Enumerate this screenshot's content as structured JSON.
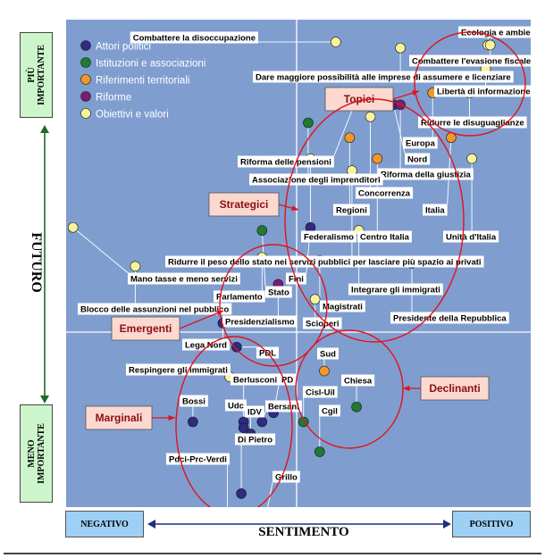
{
  "side_labels": {
    "top": [
      "PIÙ",
      "IMPORTANTE"
    ],
    "bottom": [
      "MENO",
      "IMPORTANTE"
    ],
    "vertical_axis": "FUTURO",
    "horizontal_axis": "SENTIMENTO",
    "negative": "NEGATIVO",
    "positive": "POSITIVO"
  },
  "chart_data": {
    "type": "scatter",
    "xlabel": "SENTIMENTO",
    "ylabel": "FUTURO",
    "legend_position": "top-left",
    "series": [
      {
        "name": "Attori politici",
        "color": "#2d2b82"
      },
      {
        "name": "Istituzioni e associazioni",
        "color": "#1f7a34"
      },
      {
        "name": "Riferimenti territoriali",
        "color": "#f2972a"
      },
      {
        "name": "Riforme",
        "color": "#7a1c72"
      },
      {
        "name": "Obiettivi e valori",
        "color": "#f7f39a"
      }
    ],
    "points": [
      {
        "label": "Combattere la disoccupazione",
        "series": 4,
        "x": 1.7,
        "y": 9.7
      },
      {
        "label": "Ecologia e ambiente",
        "series": 4,
        "x": 8.3,
        "y": 9.6
      },
      {
        "label": "Combattere l'evasione fiscale",
        "series": 4,
        "x": 8.4,
        "y": 9.6
      },
      {
        "label": "Dare maggiore possibilità alle imprese di assumere e licenziare",
        "series": 4,
        "x": 4.5,
        "y": 9.5
      },
      {
        "label": "Libertà di informazione",
        "series": 4,
        "x": 8.2,
        "y": 8.8
      },
      {
        "label": "Ridurre le disuguaglianze",
        "series": 4,
        "x": 7.5,
        "y": 8.0
      },
      {
        "label": "Europa",
        "series": 2,
        "x": 5.9,
        "y": 8.0
      },
      {
        "label": "Nord",
        "series": 0,
        "x": 4.2,
        "y": 7.6
      },
      {
        "label": "Riforma della giustizia",
        "series": 3,
        "x": 4.5,
        "y": 7.6
      },
      {
        "label": "Riforma delle pensioni",
        "series": 3,
        "x": 2.5,
        "y": 7.6
      },
      {
        "label": "Associazione degli imprenditori",
        "series": 1,
        "x": 0.5,
        "y": 7.0
      },
      {
        "label": "Concorrenza",
        "series": 4,
        "x": 3.2,
        "y": 7.2
      },
      {
        "label": "Regioni",
        "series": 2,
        "x": 2.3,
        "y": 6.5
      },
      {
        "label": "Italia",
        "series": 2,
        "x": 6.7,
        "y": 6.5
      },
      {
        "label": "Federalismo",
        "series": 4,
        "x": 0.6,
        "y": 5.8
      },
      {
        "label": "Centro Italia",
        "series": 2,
        "x": 3.5,
        "y": 5.8
      },
      {
        "label": "Unità d'Italia",
        "series": 4,
        "x": 7.6,
        "y": 5.8
      },
      {
        "label": "Ridurre il peso dello stato nei servizi pubblici per lasciare più spazio ai privati",
        "series": 4,
        "x": 2.4,
        "y": 5.4
      },
      {
        "label": "Mano tasse e meno servizi",
        "series": 4,
        "x": -9.7,
        "y": 3.5
      },
      {
        "label": "Fini",
        "series": 0,
        "x": 0.6,
        "y": 3.5
      },
      {
        "label": "Stato",
        "series": 1,
        "x": -1.5,
        "y": 3.4
      },
      {
        "label": "Integrare gli immigrati",
        "series": 4,
        "x": 2.7,
        "y": 3.4
      },
      {
        "label": "Parlamento",
        "series": 4,
        "x": -1.5,
        "y": 2.5
      },
      {
        "label": "Magistrati",
        "series": 1,
        "x": 1.0,
        "y": 2.4
      },
      {
        "label": "Blocco delle assunzioni nel pubblico",
        "series": 4,
        "x": -7.0,
        "y": 2.2
      },
      {
        "label": "Presidente della Repubblica",
        "series": 1,
        "x": 5.0,
        "y": 2.3
      },
      {
        "label": "Presidenzialismo",
        "series": 3,
        "x": -0.8,
        "y": 1.6
      },
      {
        "label": "Scioperi",
        "series": 4,
        "x": 0.8,
        "y": 1.1
      },
      {
        "label": "Lega Nord",
        "series": 0,
        "x": -3.2,
        "y": 0.3
      },
      {
        "label": "PDL",
        "series": 0,
        "x": -2.6,
        "y": -0.5
      },
      {
        "label": "Respingere gli immigrati",
        "series": 4,
        "x": -2.9,
        "y": -1.5
      },
      {
        "label": "Sud",
        "series": 2,
        "x": 1.2,
        "y": -1.3
      },
      {
        "label": "Chiesa",
        "series": 1,
        "x": 2.6,
        "y": -2.5
      },
      {
        "label": "Berlusconi",
        "series": 0,
        "x": -2.3,
        "y": -3.0
      },
      {
        "label": "PD",
        "series": 0,
        "x": -1.0,
        "y": -2.7
      },
      {
        "label": "Cisl-Uil",
        "series": 1,
        "x": 0.3,
        "y": -3.0
      },
      {
        "label": "Bossi",
        "series": 0,
        "x": -4.5,
        "y": -3.0
      },
      {
        "label": "Udc",
        "series": 0,
        "x": -2.3,
        "y": -3.2
      },
      {
        "label": "IDV",
        "series": 0,
        "x": -2.0,
        "y": -3.4
      },
      {
        "label": "Bersani",
        "series": 0,
        "x": -1.5,
        "y": -3.0
      },
      {
        "label": "Cgil",
        "series": 1,
        "x": 1.0,
        "y": -4.0
      },
      {
        "label": "Di Pietro",
        "series": 0,
        "x": -2.4,
        "y": -5.4
      },
      {
        "label": "Pdci-Prc-Verdi",
        "series": 0,
        "x": -3.0,
        "y": -6.9
      },
      {
        "label": "Grillo",
        "series": 0,
        "x": -1.7,
        "y": -7.6
      }
    ],
    "groups": [
      {
        "label": "Topici"
      },
      {
        "label": "Strategici"
      },
      {
        "label": "Emergenti"
      },
      {
        "label": "Marginali"
      },
      {
        "label": "Declinanti"
      }
    ]
  }
}
